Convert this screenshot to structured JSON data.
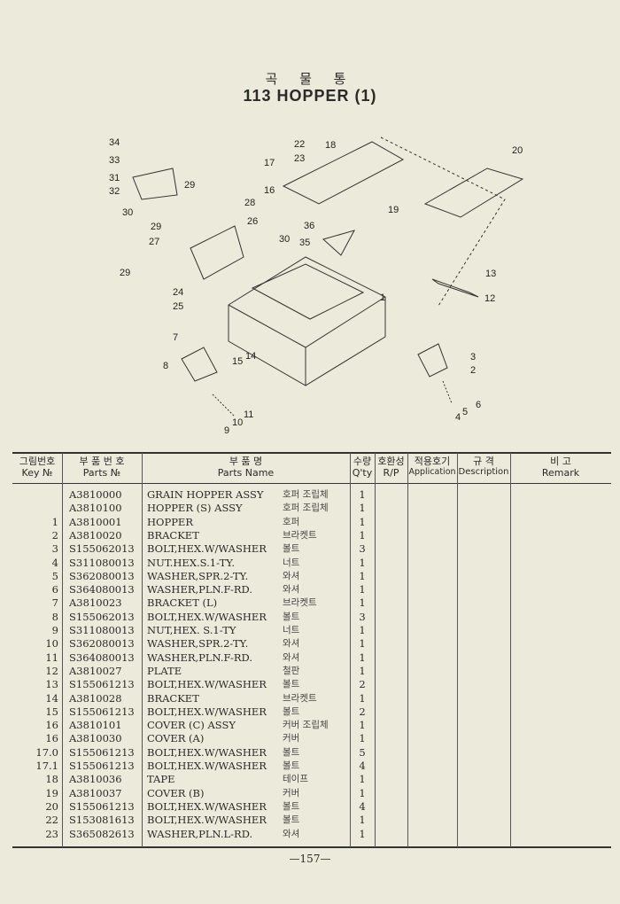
{
  "title": {
    "korean": "곡 물 통",
    "english": "113 HOPPER (1)"
  },
  "diagram": {
    "callouts": [
      "34",
      "33",
      "31",
      "32",
      "30",
      "29",
      "28",
      "26",
      "29",
      "27",
      "30",
      "29",
      "24",
      "25",
      "22",
      "18",
      "23",
      "17",
      "16",
      "20",
      "19",
      "36",
      "35",
      "1",
      "13",
      "12",
      "7",
      "8",
      "15",
      "14",
      "3",
      "2",
      "6",
      "5",
      "4",
      "11",
      "10",
      "9"
    ]
  },
  "table": {
    "headers": [
      {
        "ko": "그림번호",
        "en": "Key №"
      },
      {
        "ko": "부 품 번 호",
        "en": "Parts №"
      },
      {
        "ko": "부        품        명",
        "en": "Parts   Name"
      },
      {
        "ko": "수량",
        "en": "Q'ty"
      },
      {
        "ko": "호환성",
        "en": "R/P"
      },
      {
        "ko": "적용호기",
        "en": "Application"
      },
      {
        "ko": "규   격",
        "en": "Description"
      },
      {
        "ko": "비          고",
        "en": "Remark"
      }
    ],
    "rows": [
      {
        "key": "",
        "part": "A3810000",
        "name": "GRAIN HOPPER ASSY",
        "name_ko": "호퍼 조립체",
        "qty": "1"
      },
      {
        "key": "",
        "part": "A3810100",
        "name": "HOPPER (S) ASSY",
        "name_ko": "호퍼 조립체",
        "qty": "1"
      },
      {
        "key": "1",
        "part": "A3810001",
        "name": "HOPPER",
        "name_ko": "호퍼",
        "qty": "1"
      },
      {
        "key": "2",
        "part": "A3810020",
        "name": "BRACKET",
        "name_ko": "브라켓트",
        "qty": "1"
      },
      {
        "key": "3",
        "part": "S155062013",
        "name": "BOLT,HEX.W/WASHER",
        "name_ko": "볼트",
        "qty": "3"
      },
      {
        "key": "4",
        "part": "S311080013",
        "name": "NUT.HEX.S.1-TY.",
        "name_ko": "너트",
        "qty": "1"
      },
      {
        "key": "5",
        "part": "S362080013",
        "name": "WASHER,SPR.2-TY.",
        "name_ko": "와셔",
        "qty": "1"
      },
      {
        "key": "6",
        "part": "S364080013",
        "name": "WASHER,PLN.F-RD.",
        "name_ko": "와셔",
        "qty": "1"
      },
      {
        "key": "7",
        "part": "A3810023",
        "name": "BRACKET (L)",
        "name_ko": "브라켓트",
        "qty": "1"
      },
      {
        "key": "8",
        "part": "S155062013",
        "name": "BOLT,HEX.W/WASHER",
        "name_ko": "볼트",
        "qty": "3"
      },
      {
        "key": "9",
        "part": "S311080013",
        "name": "NUT,HEX. S.1-TY",
        "name_ko": "너트",
        "qty": "1"
      },
      {
        "key": "10",
        "part": "S362080013",
        "name": "WASHER,SPR.2-TY.",
        "name_ko": "와셔",
        "qty": "1"
      },
      {
        "key": "11",
        "part": "S364080013",
        "name": "WASHER,PLN.F-RD.",
        "name_ko": "와셔",
        "qty": "1"
      },
      {
        "key": "12",
        "part": "A3810027",
        "name": "PLATE",
        "name_ko": "철판",
        "qty": "1"
      },
      {
        "key": "13",
        "part": "S155061213",
        "name": "BOLT,HEX.W/WASHER",
        "name_ko": "볼트",
        "qty": "2"
      },
      {
        "key": "14",
        "part": "A3810028",
        "name": "BRACKET",
        "name_ko": "브라켓트",
        "qty": "1"
      },
      {
        "key": "15",
        "part": "S155061213",
        "name": "BOLT,HEX.W/WASHER",
        "name_ko": "볼트",
        "qty": "2"
      },
      {
        "key": "16",
        "part": "A3810101",
        "name": "COVER (C) ASSY",
        "name_ko": "커버 조립체",
        "qty": "1"
      },
      {
        "key": "16",
        "part": "A3810030",
        "name": "COVER (A)",
        "name_ko": "커버",
        "qty": "1"
      },
      {
        "key": "17.0",
        "part": "S155061213",
        "name": "BOLT,HEX.W/WASHER",
        "name_ko": "볼트",
        "qty": "5"
      },
      {
        "key": "17.1",
        "part": "S155061213",
        "name": "BOLT,HEX.W/WASHER",
        "name_ko": "볼트",
        "qty": "4"
      },
      {
        "key": "18",
        "part": "A3810036",
        "name": "TAPE",
        "name_ko": "테이프",
        "qty": "1"
      },
      {
        "key": "19",
        "part": "A3810037",
        "name": "COVER (B)",
        "name_ko": "커버",
        "qty": "1"
      },
      {
        "key": "20",
        "part": "S155061213",
        "name": "BOLT,HEX.W/WASHER",
        "name_ko": "볼트",
        "qty": "4"
      },
      {
        "key": "22",
        "part": "S153081613",
        "name": "BOLT,HEX.W/WASHER",
        "name_ko": "볼트",
        "qty": "1"
      },
      {
        "key": "23",
        "part": "S365082613",
        "name": "WASHER,PLN.L-RD.",
        "name_ko": "와셔",
        "qty": "1"
      }
    ]
  },
  "footer": {
    "page": "—157—"
  }
}
